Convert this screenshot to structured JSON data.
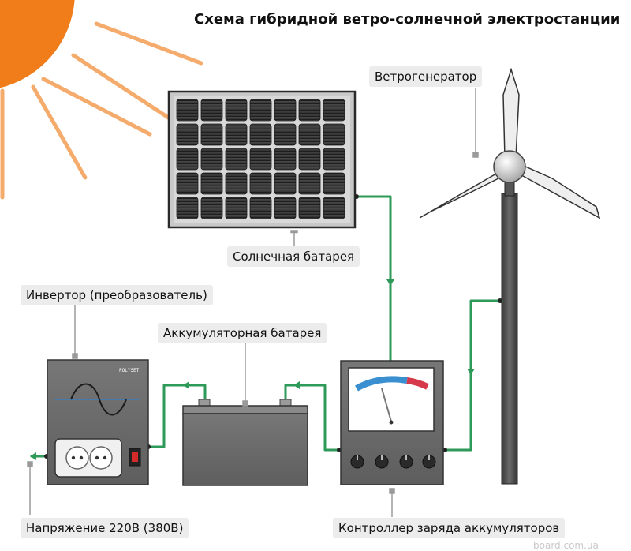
{
  "title": "Схема гибридной ветро-солнечной электростанции",
  "labels": {
    "wind_generator": "Ветрогенератор",
    "solar_panel": "Солнечная батарея",
    "inverter": "Инвертор (преобразователь)",
    "battery": "Аккумуляторная батарея",
    "output_voltage": "Напряжение 220В (380В)",
    "charge_controller": "Контроллер заряда аккумуляторов"
  },
  "inverter_brand": "POLYSET",
  "watermark": "board.com.ua",
  "colors": {
    "sun": "#f07d1a",
    "wire": "#2e9a57",
    "gauge_blue": "#3a8fd0",
    "gauge_red": "#d63a4a",
    "device_body": "#6b6b6b",
    "panel_frame": "#c8c8c8",
    "label_bg": "#ececec"
  }
}
